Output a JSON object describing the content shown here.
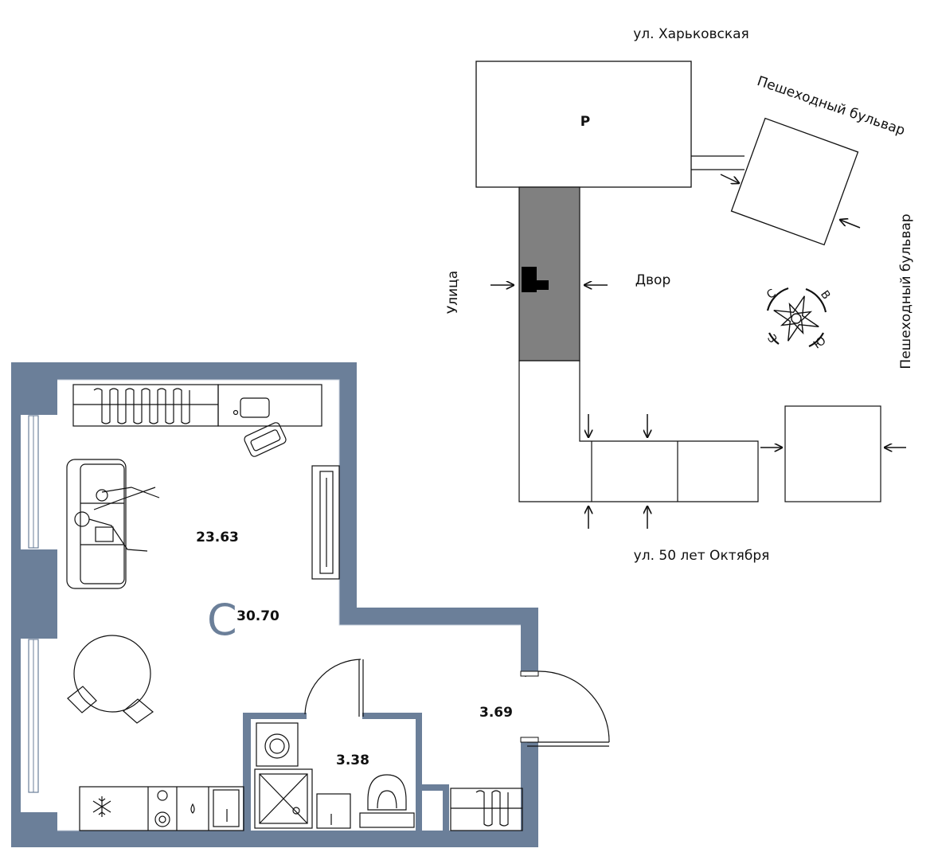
{
  "site": {
    "street_top": "ул. Харьковская",
    "street_bottom": "ул. 50 лет Октября",
    "pedestrian_top": "Пешеходный бульвар",
    "pedestrian_right": "Пешеходный бульвар",
    "street_left": "Улица",
    "yard": "Двор",
    "parking": "P"
  },
  "compass": {
    "n": "С",
    "e": "В",
    "s": "Ю",
    "w": "З"
  },
  "apartment": {
    "type_letter": "C",
    "total_area": "30.70",
    "rooms": {
      "living": "23.63",
      "bathroom": "3.38",
      "hall": "3.69"
    }
  },
  "colors": {
    "wall": "#6b7f99",
    "wall_light": "#c9d2dd",
    "building_highlight": "#808080",
    "accent": "#6b7f99"
  }
}
